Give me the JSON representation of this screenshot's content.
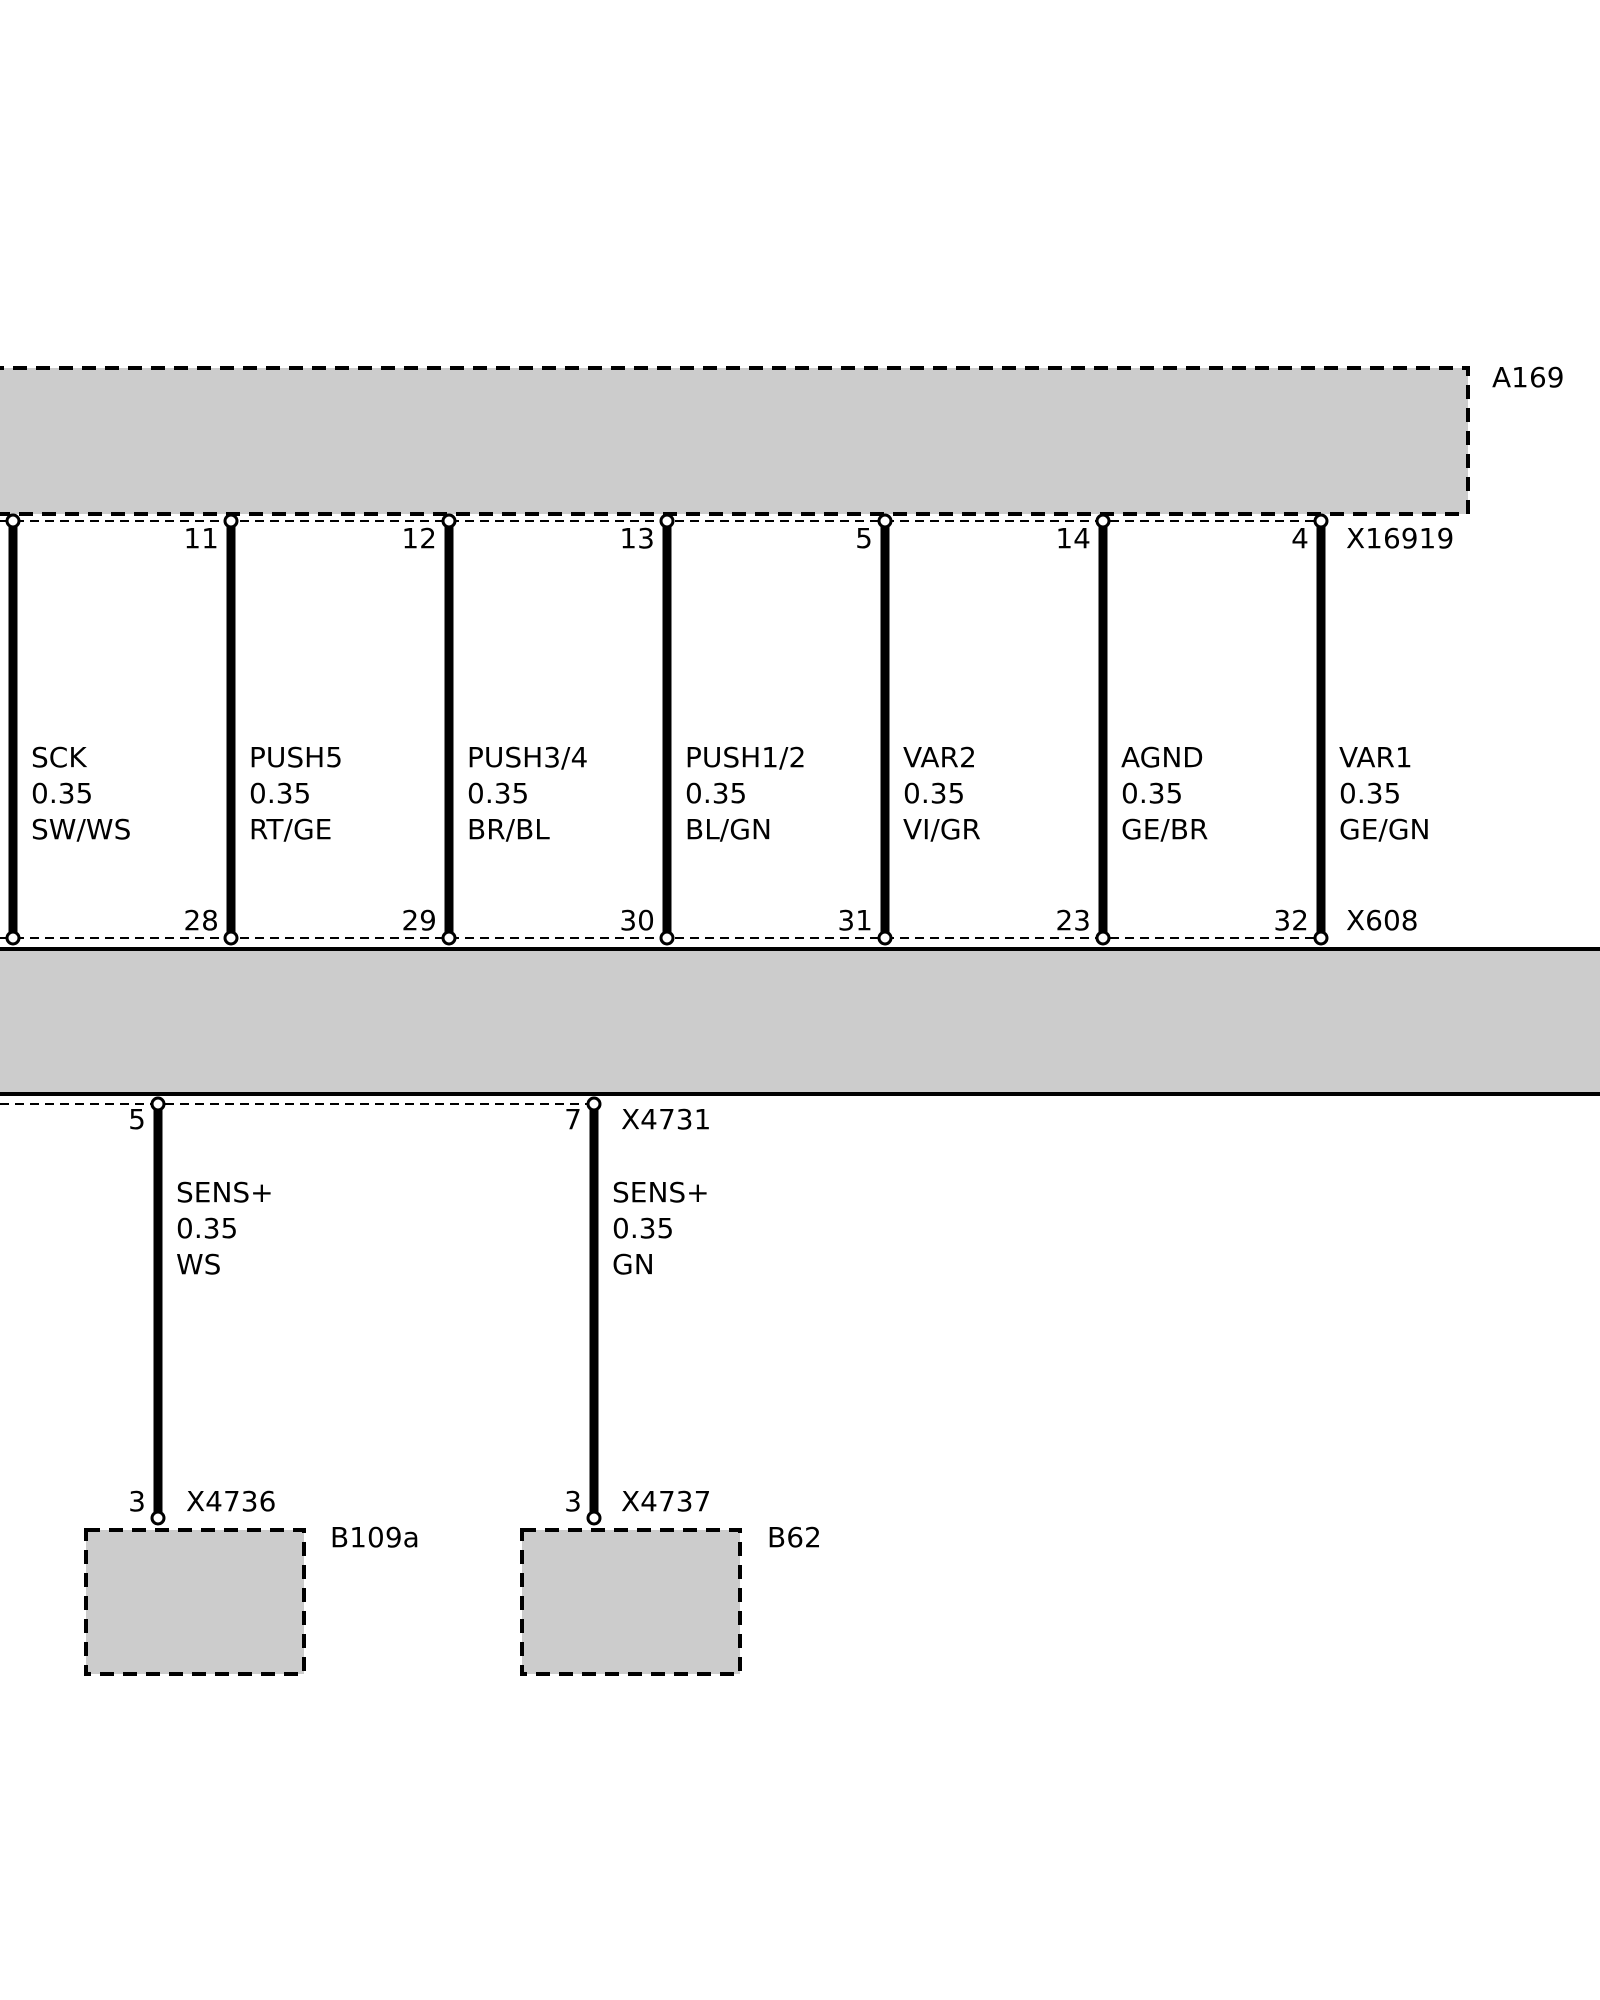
{
  "modules": {
    "a169": {
      "label": "A169"
    },
    "b109a": {
      "label": "B109a"
    },
    "b62": {
      "label": "B62"
    }
  },
  "connectors": {
    "top": "X16919",
    "middle": "X608",
    "lower": "X4731",
    "b109a_plug": "X4736",
    "b62_plug": "X4737"
  },
  "upper_wires": [
    {
      "top_pin": "",
      "bottom_pin": "",
      "signal": "SCK",
      "size": "0.35",
      "color": "SW/WS"
    },
    {
      "top_pin": "11",
      "bottom_pin": "28",
      "signal": "PUSH5",
      "size": "0.35",
      "color": "RT/GE"
    },
    {
      "top_pin": "12",
      "bottom_pin": "29",
      "signal": "PUSH3/4",
      "size": "0.35",
      "color": "BR/BL"
    },
    {
      "top_pin": "13",
      "bottom_pin": "30",
      "signal": "PUSH1/2",
      "size": "0.35",
      "color": "BL/GN"
    },
    {
      "top_pin": "5",
      "bottom_pin": "31",
      "signal": "VAR2",
      "size": "0.35",
      "color": "VI/GR"
    },
    {
      "top_pin": "14",
      "bottom_pin": "23",
      "signal": "AGND",
      "size": "0.35",
      "color": "GE/BR"
    },
    {
      "top_pin": "4",
      "bottom_pin": "32",
      "signal": "VAR1",
      "size": "0.35",
      "color": "GE/GN"
    }
  ],
  "lower_wires": [
    {
      "top_pin": "5",
      "bottom_pin": "3",
      "signal": "SENS+",
      "size": "0.35",
      "color": "WS"
    },
    {
      "top_pin": "7",
      "bottom_pin": "3",
      "signal": "SENS+",
      "size": "0.35",
      "color": "GN"
    }
  ]
}
